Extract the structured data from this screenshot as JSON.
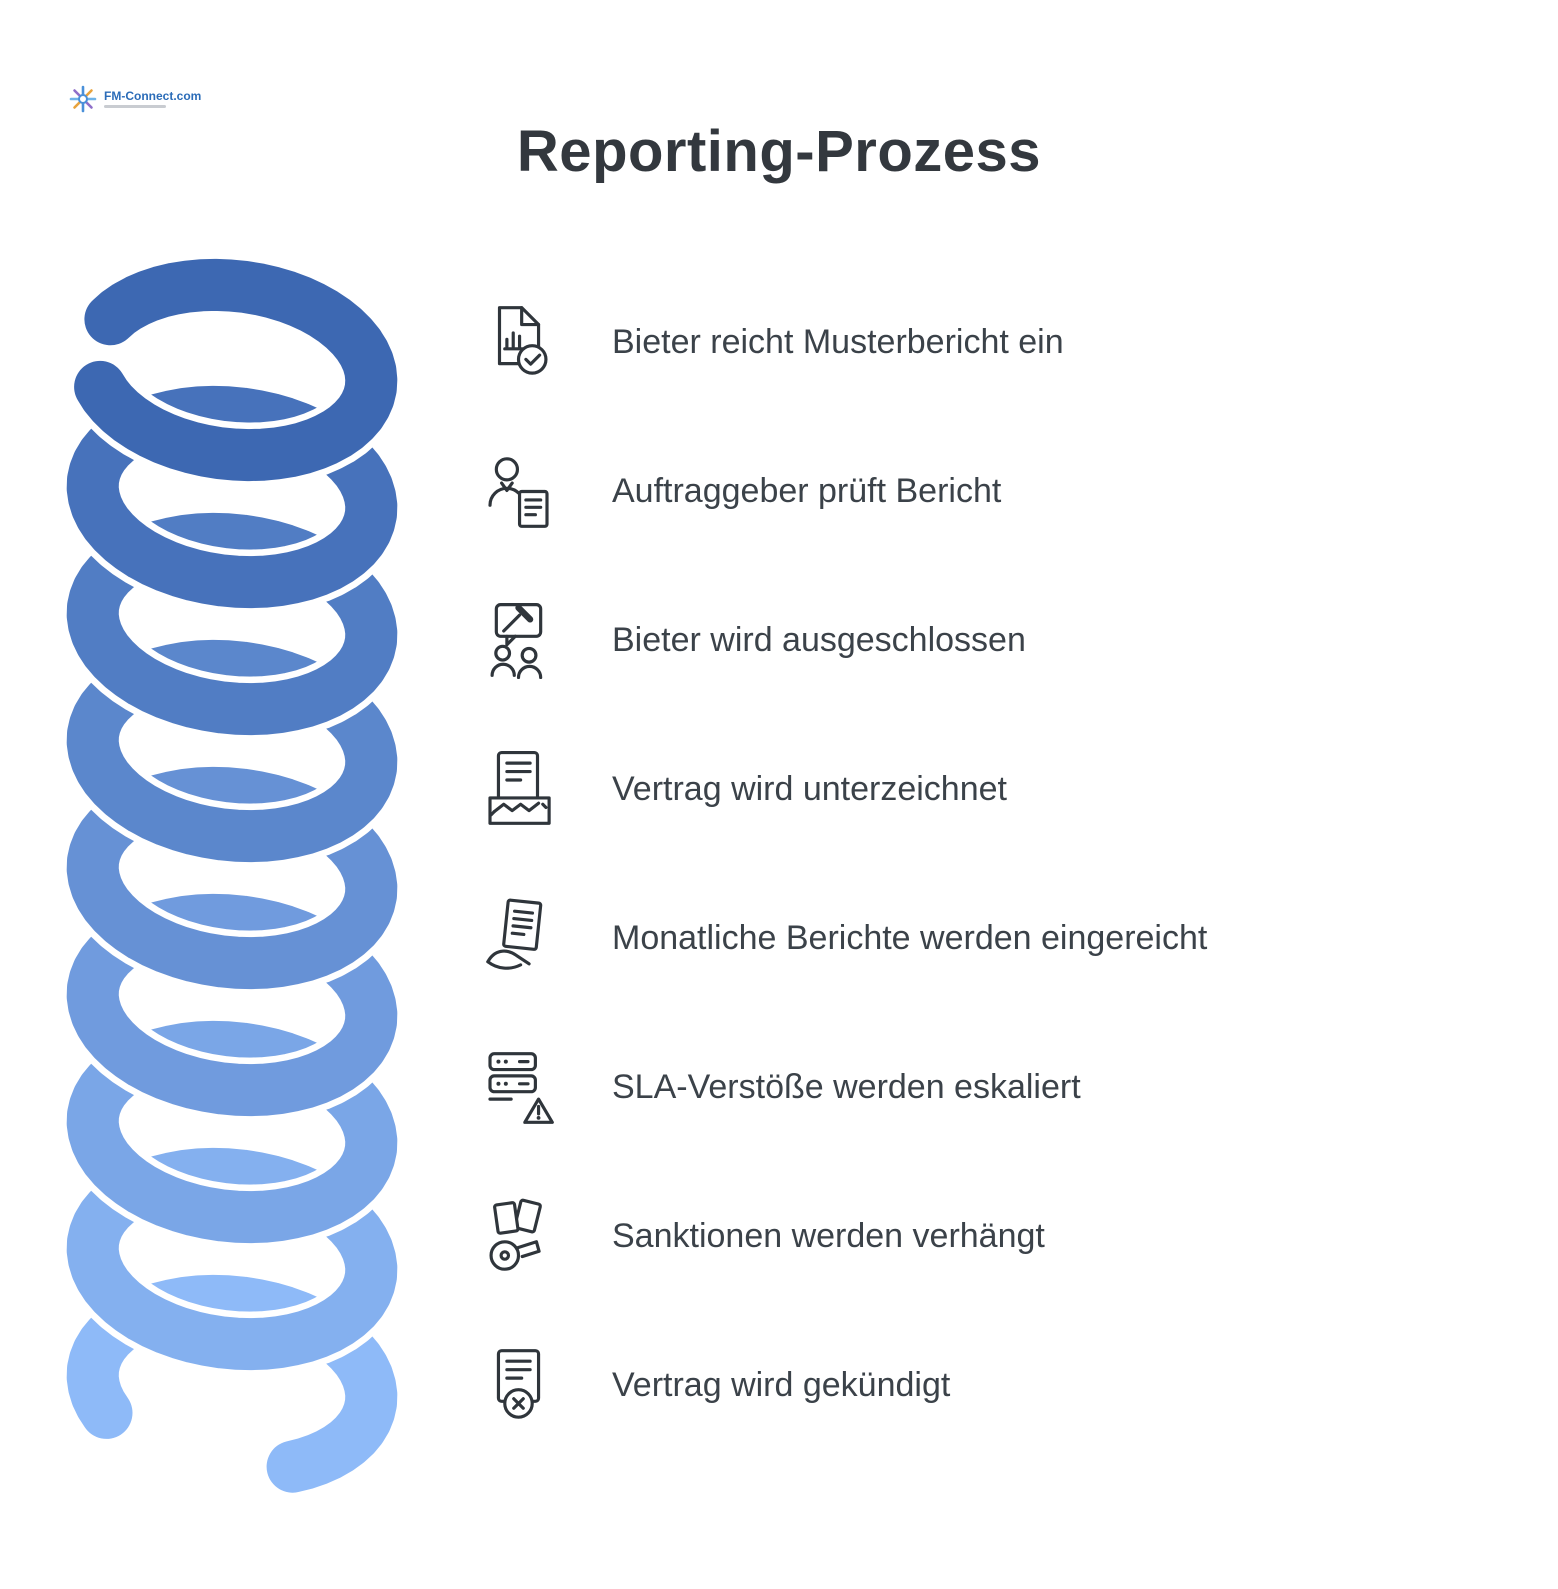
{
  "logo": {
    "name": "FM-Connect.com"
  },
  "title": "Reporting-Prozess",
  "steps": [
    {
      "icon": "report-check-icon",
      "label": "Bieter reicht Musterbericht ein"
    },
    {
      "icon": "reviewer-person-icon",
      "label": "Auftraggeber prüft Bericht"
    },
    {
      "icon": "exclusion-gavel-icon",
      "label": "Bieter wird ausgeschlossen"
    },
    {
      "icon": "contract-signing-icon",
      "label": "Vertrag wird unterzeichnet"
    },
    {
      "icon": "monthly-report-icon",
      "label": "Monatliche Berichte werden eingereicht"
    },
    {
      "icon": "sla-escalation-icon",
      "label": "SLA-Verstöße werden eskaliert"
    },
    {
      "icon": "sanctions-whistle-icon",
      "label": "Sanktionen werden verhängt"
    },
    {
      "icon": "contract-termination-icon",
      "label": "Vertrag wird gekündigt"
    }
  ],
  "colors": {
    "spiral_top": "#3d68b2",
    "spiral_bottom": "#8ebaf8",
    "title_text": "#33383e",
    "step_text": "#3b4249",
    "icon_stroke": "#2f353b",
    "logo_blue": "#2b6cb8"
  }
}
